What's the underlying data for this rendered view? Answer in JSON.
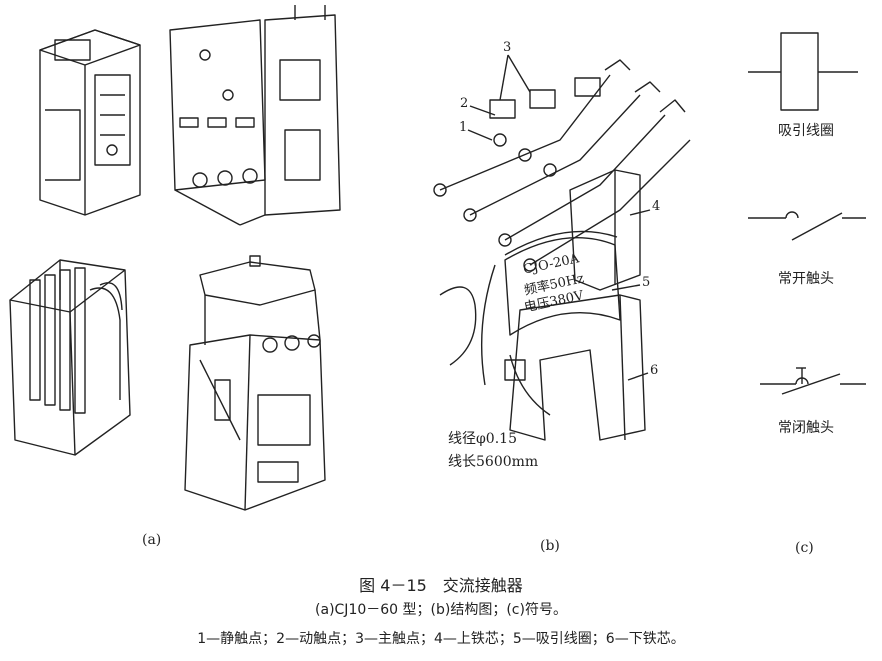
{
  "panels": {
    "a": "(a)",
    "b": "(b)",
    "c": "(c)"
  },
  "symbols": {
    "coil": "吸引线圈",
    "no_contact": "常开触头",
    "nc_contact": "常闭触头"
  },
  "structure": {
    "parts": [
      "1",
      "2",
      "3",
      "4",
      "5",
      "6"
    ],
    "coil_label": [
      "CJO-20A",
      "频率50Hz",
      "电压380V"
    ],
    "wire_diameter": "线径φ0.15",
    "wire_length": "线长5600mm"
  },
  "caption": {
    "title": "图 4－15　交流接触器",
    "line1": "(a)CJ10－60 型；(b)结构图；(c)符号。",
    "line2": "1—静触点；2—动触点；3—主触点；4—上铁芯；5—吸引线圈；6—下铁芯。"
  }
}
